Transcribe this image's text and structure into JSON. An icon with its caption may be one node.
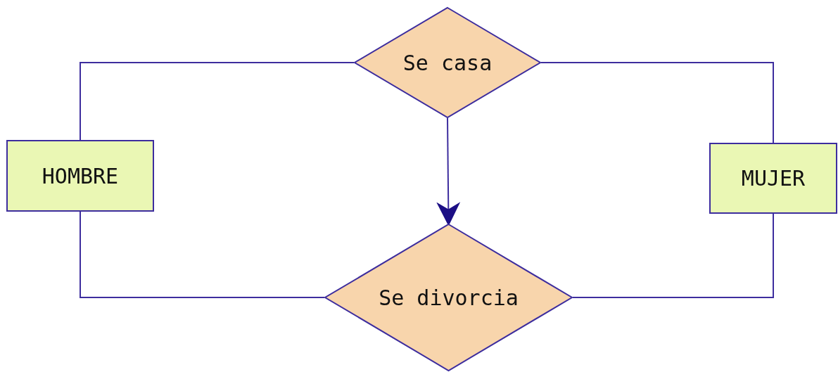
{
  "diagram": {
    "nodes": [
      {
        "text": [
          "Se casa"
        ]
      },
      {
        "text": [
          "HOMBRE"
        ]
      },
      {
        "text": [
          "MUJER"
        ]
      },
      {
        "text": [
          "Se divorcia"
        ]
      }
    ],
    "edges": [
      {
        "from": 1,
        "to": 0,
        "arrow": "none"
      },
      {
        "from": 0,
        "to": 2,
        "arrow": "none"
      },
      {
        "from": 0,
        "to": 3,
        "arrow": "to"
      },
      {
        "from": 1,
        "to": 3,
        "arrow": "none"
      },
      {
        "from": 3,
        "to": 2,
        "arrow": "none"
      }
    ]
  }
}
